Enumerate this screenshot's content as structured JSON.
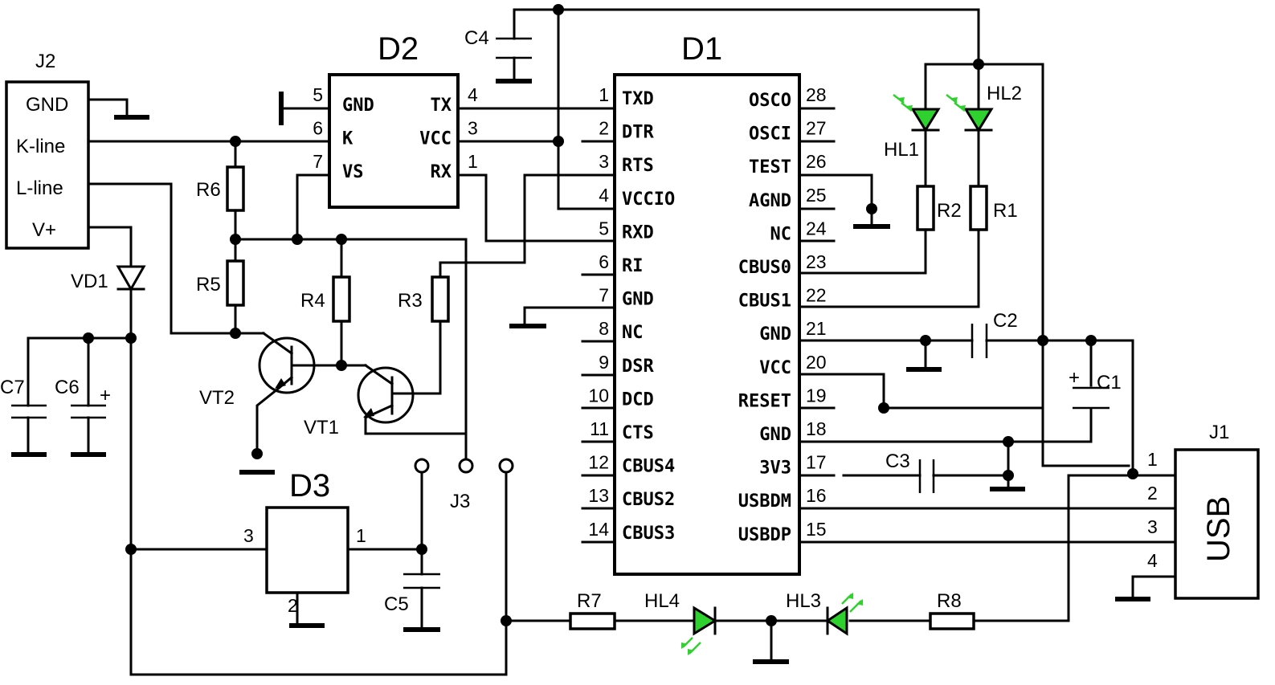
{
  "d1": {
    "title": "D1",
    "left_pins": [
      {
        "num": "1",
        "name": "TXD"
      },
      {
        "num": "2",
        "name": "DTR"
      },
      {
        "num": "3",
        "name": "RTS"
      },
      {
        "num": "4",
        "name": "VCCIO"
      },
      {
        "num": "5",
        "name": "RXD"
      },
      {
        "num": "6",
        "name": "RI"
      },
      {
        "num": "7",
        "name": "GND"
      },
      {
        "num": "8",
        "name": "NC"
      },
      {
        "num": "9",
        "name": "DSR"
      },
      {
        "num": "10",
        "name": "DCD"
      },
      {
        "num": "11",
        "name": "CTS"
      },
      {
        "num": "12",
        "name": "CBUS4"
      },
      {
        "num": "13",
        "name": "CBUS2"
      },
      {
        "num": "14",
        "name": "CBUS3"
      }
    ],
    "right_pins": [
      {
        "num": "28",
        "name": "OSCO"
      },
      {
        "num": "27",
        "name": "OSCI"
      },
      {
        "num": "26",
        "name": "TEST"
      },
      {
        "num": "25",
        "name": "AGND"
      },
      {
        "num": "24",
        "name": "NC"
      },
      {
        "num": "23",
        "name": "CBUS0"
      },
      {
        "num": "22",
        "name": "CBUS1"
      },
      {
        "num": "21",
        "name": "GND"
      },
      {
        "num": "20",
        "name": "VCC"
      },
      {
        "num": "19",
        "name": "RESET"
      },
      {
        "num": "18",
        "name": "GND"
      },
      {
        "num": "17",
        "name": "3V3"
      },
      {
        "num": "16",
        "name": "USBDM"
      },
      {
        "num": "15",
        "name": "USBDP"
      }
    ]
  },
  "d2": {
    "title": "D2",
    "left_pins": [
      {
        "num": "5",
        "name": "GND"
      },
      {
        "num": "6",
        "name": "K"
      },
      {
        "num": "7",
        "name": "VS"
      }
    ],
    "right_pins": [
      {
        "num": "4",
        "name": "TX"
      },
      {
        "num": "3",
        "name": "VCC"
      },
      {
        "num": "1",
        "name": "RX"
      }
    ]
  },
  "d3": {
    "title": "D3",
    "pin_in": "3",
    "pin_out": "1",
    "pin_gnd": "2"
  },
  "j2": {
    "title": "J2",
    "pins": [
      "GND",
      "K-line",
      "L-line",
      "V+"
    ]
  },
  "j1": {
    "title": "J1",
    "name": "USB",
    "pins": [
      "1",
      "2",
      "3",
      "4"
    ]
  },
  "j3": {
    "title": "J3"
  },
  "resistors": [
    "R1",
    "R2",
    "R3",
    "R4",
    "R5",
    "R6",
    "R7",
    "R8"
  ],
  "capacitors": [
    "C1",
    "C2",
    "C3",
    "C4",
    "C5",
    "C6",
    "C7"
  ],
  "cap_plus": "+",
  "leds": [
    "HL1",
    "HL2",
    "HL3",
    "HL4"
  ],
  "transistors": [
    "VT1",
    "VT2"
  ],
  "diodes": [
    "VD1"
  ],
  "colors": {
    "led": "#2fd12f",
    "wire": "#000000",
    "background": "#ffffff"
  }
}
